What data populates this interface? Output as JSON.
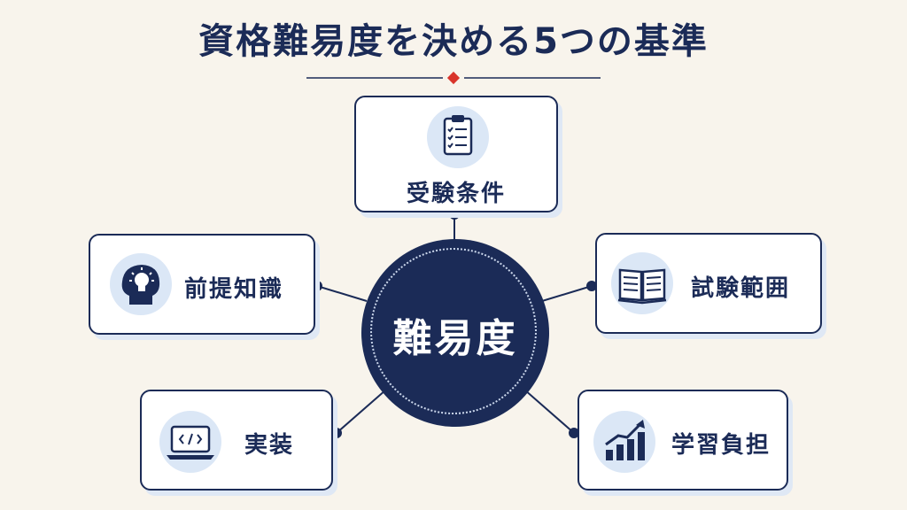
{
  "title": "資格難易度を決める5つの基準",
  "center": {
    "label": "難易度"
  },
  "criteria": [
    {
      "label": "受験条件",
      "icon": "clipboard-checklist-icon"
    },
    {
      "label": "前提知識",
      "icon": "lightbulb-head-icon"
    },
    {
      "label": "試験範囲",
      "icon": "open-book-icon"
    },
    {
      "label": "実装",
      "icon": "laptop-code-icon"
    },
    {
      "label": "学習負担",
      "icon": "bar-chart-growth-icon"
    }
  ],
  "colors": {
    "background": "#f8f4ec",
    "navy": "#1b2b57",
    "accent": "#d9342b",
    "icon_bg": "#dbe7f6"
  }
}
